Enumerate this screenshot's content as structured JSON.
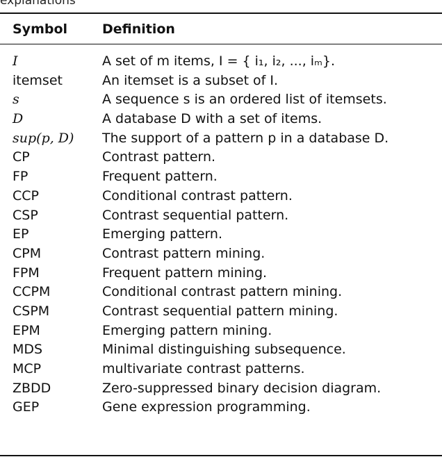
{
  "caption_tail": "explanations",
  "table": {
    "headers": {
      "symbol": "Symbol",
      "definition": "Definition"
    },
    "rows": [
      {
        "symbol": "I",
        "definition": "A set of m items, I = { i₁, i₂, ..., iₘ}.",
        "math_symbol": true
      },
      {
        "symbol": "itemset",
        "definition": "An itemset is a subset of I.",
        "math_symbol": false
      },
      {
        "symbol": "s",
        "definition": "A sequence s is an ordered list of itemsets.",
        "math_symbol": true
      },
      {
        "symbol": "D",
        "definition": "A database D with a set of items.",
        "math_symbol": true
      },
      {
        "symbol": "sup(p, D)",
        "definition": "The support of a pattern p in a database D.",
        "math_symbol": true
      },
      {
        "symbol": "CP",
        "definition": "Contrast pattern.",
        "math_symbol": false
      },
      {
        "symbol": "FP",
        "definition": "Frequent pattern.",
        "math_symbol": false
      },
      {
        "symbol": "CCP",
        "definition": "Conditional contrast pattern.",
        "math_symbol": false
      },
      {
        "symbol": "CSP",
        "definition": "Contrast sequential pattern.",
        "math_symbol": false
      },
      {
        "symbol": "EP",
        "definition": "Emerging pattern.",
        "math_symbol": false
      },
      {
        "symbol": "CPM",
        "definition": "Contrast pattern mining.",
        "math_symbol": false
      },
      {
        "symbol": "FPM",
        "definition": "Frequent pattern mining.",
        "math_symbol": false
      },
      {
        "symbol": "CCPM",
        "definition": "Conditional contrast pattern mining.",
        "math_symbol": false
      },
      {
        "symbol": "CSPM",
        "definition": "Contrast sequential pattern mining.",
        "math_symbol": false
      },
      {
        "symbol": "EPM",
        "definition": "Emerging pattern mining.",
        "math_symbol": false
      },
      {
        "symbol": "MDS",
        "definition": "Minimal distinguishing subsequence.",
        "math_symbol": false
      },
      {
        "symbol": "MCP",
        "definition": "multivariate contrast patterns.",
        "math_symbol": false
      },
      {
        "symbol": "ZBDD",
        "definition": "Zero-suppressed binary decision diagram.",
        "math_symbol": false
      },
      {
        "symbol": "GEP",
        "definition": "Gene expression programming.",
        "math_symbol": false
      }
    ]
  }
}
